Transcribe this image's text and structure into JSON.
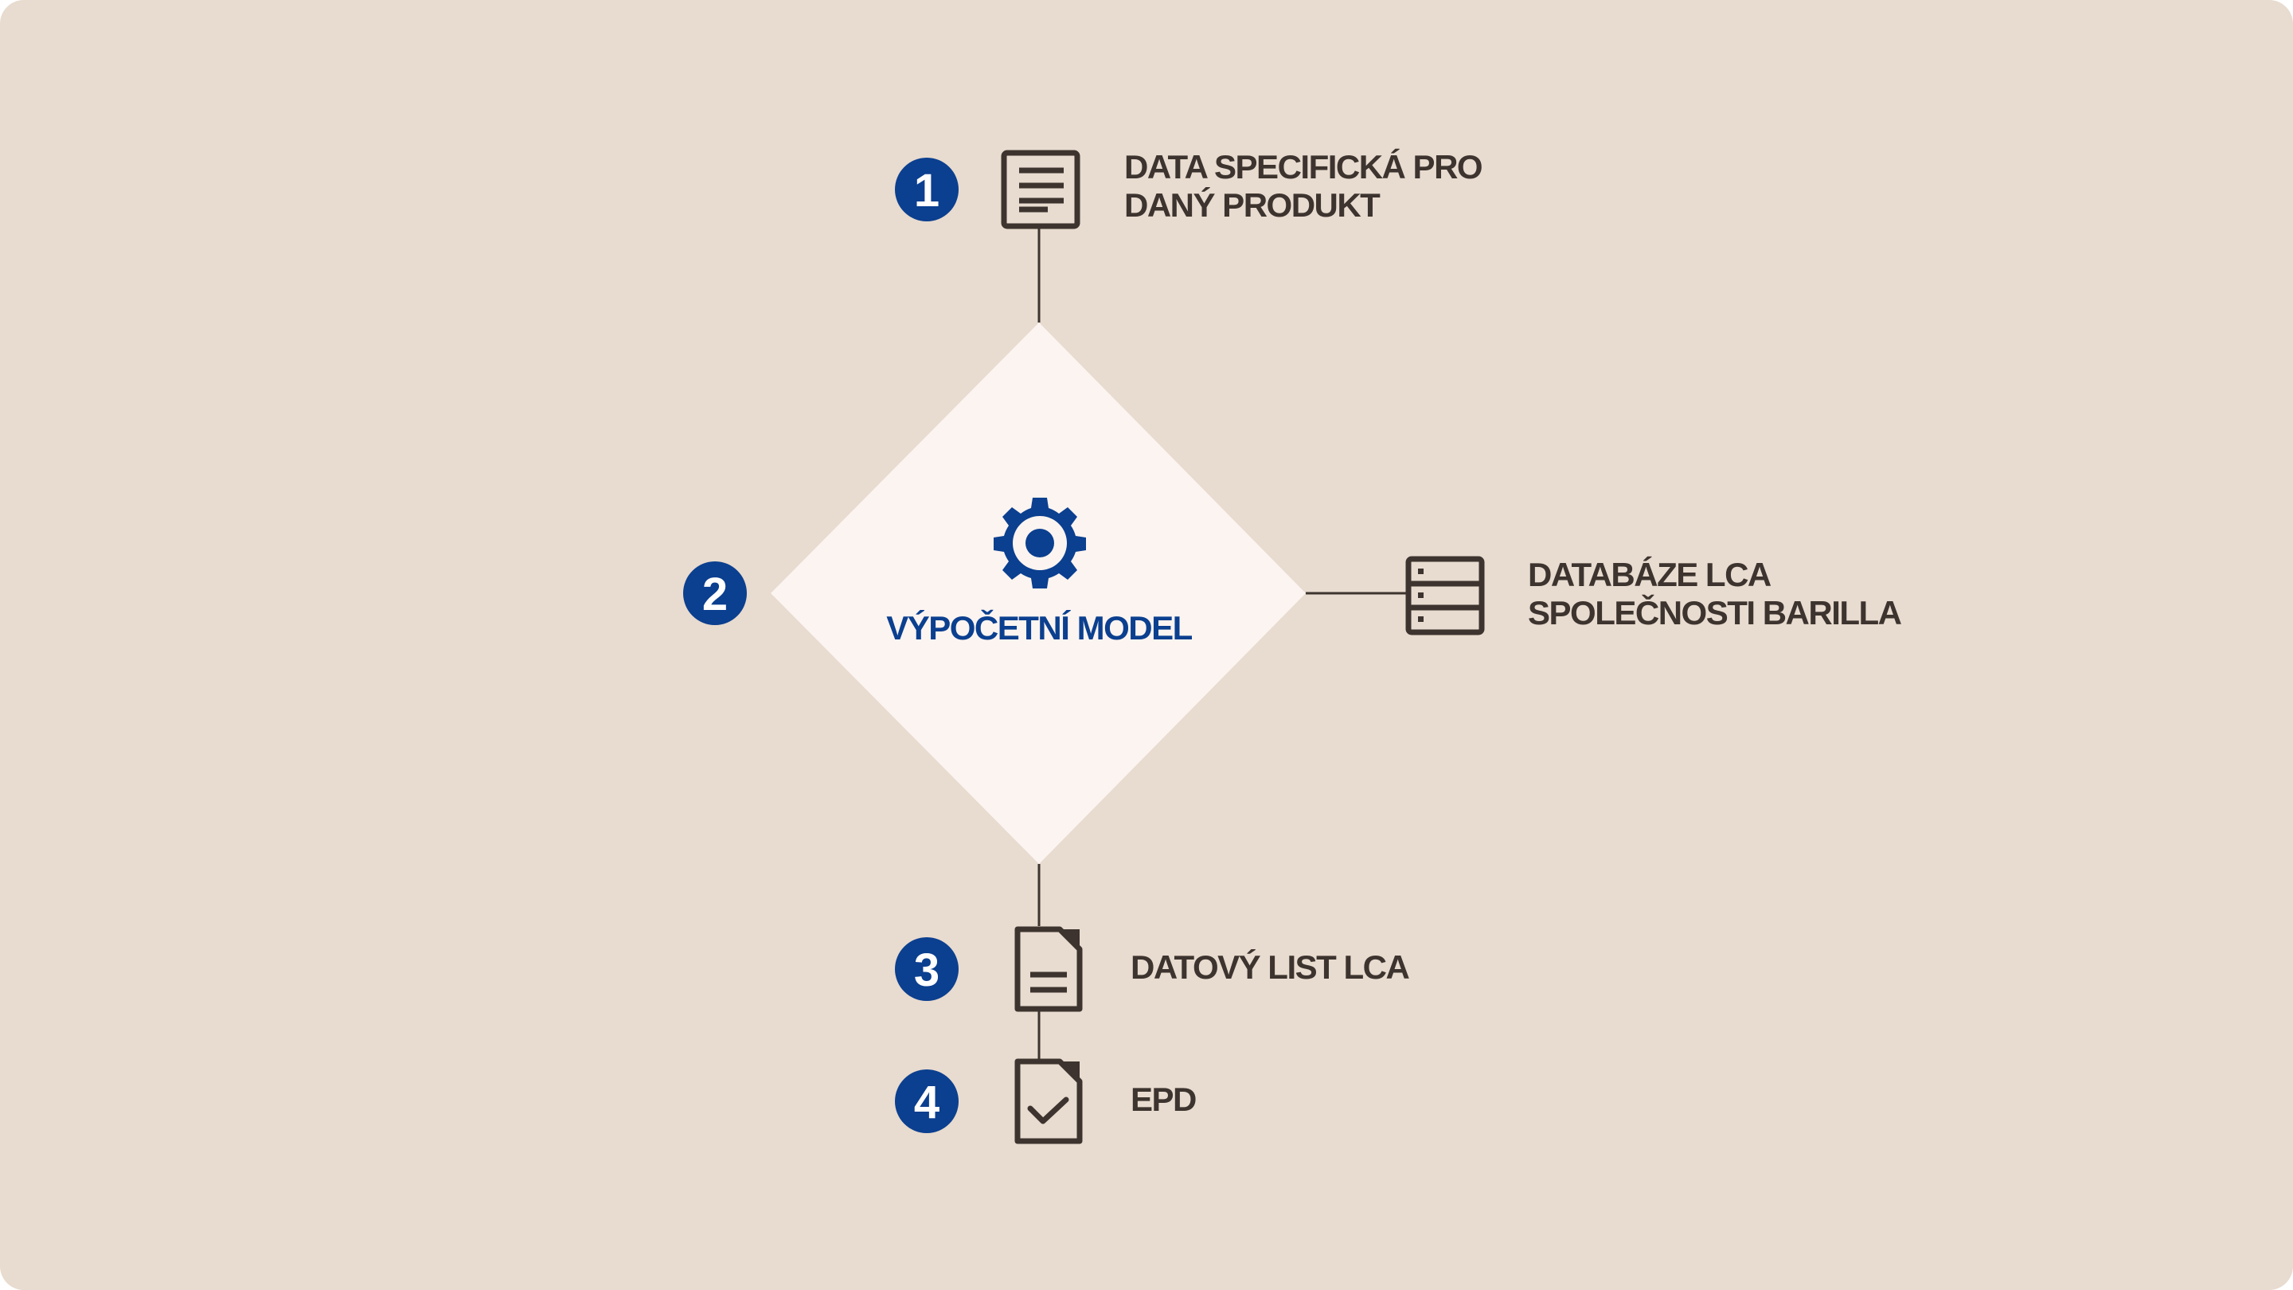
{
  "diagram": {
    "center": {
      "label": "VÝPOČETNÍ MODEL",
      "icon": "gear-icon",
      "step": "2"
    },
    "nodes": [
      {
        "step": "1",
        "icon": "document-lines-icon",
        "label_lines": [
          "DATA SPECIFICKÁ PRO",
          "DANÝ PRODUKT"
        ]
      },
      {
        "step": "",
        "icon": "database-icon",
        "label_lines": [
          "DATABÁZE LCA",
          "SPOLEČNOSTI BARILLA"
        ]
      },
      {
        "step": "3",
        "icon": "file-icon",
        "label_lines": [
          "DATOVÝ LIST LCA"
        ]
      },
      {
        "step": "4",
        "icon": "file-check-icon",
        "label_lines": [
          "EPD"
        ]
      }
    ]
  },
  "colors": {
    "background": "#e8dbcf",
    "diamond": "#fcf4f0",
    "accent_blue": "#0b3f8f",
    "icon_dark": "#3d342f",
    "line": "#3d342f"
  }
}
